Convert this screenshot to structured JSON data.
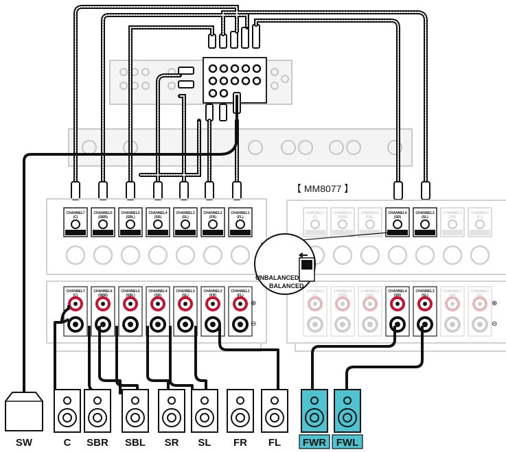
{
  "model_label": "【 MM8077 】",
  "switch": {
    "unbalanced": "UNBALANCED",
    "balanced": "BALANCED"
  },
  "polarity": {
    "plus": "⊕",
    "minus": "⊖"
  },
  "left_amp_channels": [
    {
      "name": "CHANNEL7",
      "sub": "(C)"
    },
    {
      "name": "CHANNEL6",
      "sub": "(SBR)"
    },
    {
      "name": "CHANNEL5",
      "sub": "(SBL)"
    },
    {
      "name": "CHANNEL4",
      "sub": "(SR)"
    },
    {
      "name": "CHANNEL3",
      "sub": "(SL)"
    },
    {
      "name": "CHANNEL2",
      "sub": "(FR)"
    },
    {
      "name": "CHANNEL1",
      "sub": "(FL)"
    }
  ],
  "right_amp_channels": [
    {
      "name": "CHANNEL7",
      "sub": "(C)"
    },
    {
      "name": "CHANNEL6",
      "sub": "(SBR)"
    },
    {
      "name": "CHANNEL5",
      "sub": "(SBL)"
    },
    {
      "name": "CHANNEL4",
      "sub": "(SR)"
    },
    {
      "name": "CHANNEL3",
      "sub": "(SL)"
    },
    {
      "name": "CHANNEL2",
      "sub": "(FR)"
    },
    {
      "name": "CHANNEL1",
      "sub": "(FL)"
    }
  ],
  "switch_text": {
    "unbalanced": "UNBALANCED",
    "balanced": "BALANCED"
  },
  "speakers": [
    {
      "label": "SW",
      "highlight": false
    },
    {
      "label": "C",
      "highlight": false
    },
    {
      "label": "SBR",
      "highlight": false
    },
    {
      "label": "SBL",
      "highlight": false
    },
    {
      "label": "SR",
      "highlight": false
    },
    {
      "label": "SL",
      "highlight": false
    },
    {
      "label": "FR",
      "highlight": false
    },
    {
      "label": "FL",
      "highlight": false
    },
    {
      "label": "FWR",
      "highlight": true
    },
    {
      "label": "FWL",
      "highlight": true
    }
  ],
  "colors": {
    "highlight": "#4fc3cf",
    "terminal_red": "#c8102e",
    "panel_grey": "#cfcfcf",
    "cable": "#111111"
  }
}
